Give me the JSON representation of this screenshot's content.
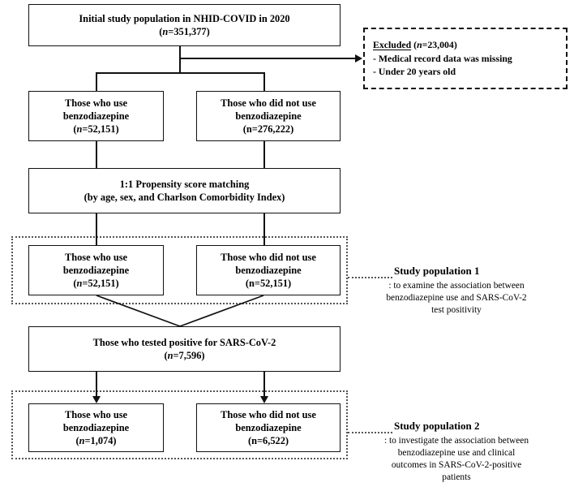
{
  "diagram": {
    "type": "flowchart",
    "title": "Study population selection flow diagram",
    "colors": {
      "line": "#111111",
      "dotted": "#555555",
      "background": "#ffffff"
    },
    "nodes": {
      "initial": {
        "name": "initial-study-population",
        "line1": "Initial study population in NHID-COVID in 2020",
        "line2_prefix": "(",
        "line2_italic": "n",
        "line2_suffix": "=351,377)"
      },
      "excluded": {
        "name": "excluded-box",
        "title": "Excluded",
        "title_rest_prefix": " (",
        "title_italic": "n",
        "title_rest_suffix": "=23,004)",
        "item1": "- Medical record data was missing",
        "item2": "- Under 20 years old"
      },
      "use_bzd_1": {
        "name": "those-who-use-benzodiazepine-1",
        "line1": "Those who use",
        "line2": "benzodiazepine",
        "n_prefix": "(",
        "n_italic": "n",
        "n_suffix": "=52,151)"
      },
      "no_bzd_1": {
        "name": "those-who-did-not-use-benzodiazepine-1",
        "line1": "Those who did not use",
        "line2": "benzodiazepine",
        "n_prefix": "(",
        "n_italic": "n",
        "n_suffix": "=276,222)"
      },
      "psm": {
        "name": "propensity-score-matching",
        "line1": "1:1 Propensity score matching",
        "line2": "(by age, sex, and Charlson Comorbidity Index)"
      },
      "use_bzd_2": {
        "name": "those-who-use-benzodiazepine-2",
        "line1": "Those who use",
        "line2": "benzodiazepine",
        "n_prefix": "(",
        "n_italic": "n",
        "n_suffix": "=52,151)"
      },
      "no_bzd_2": {
        "name": "those-who-did-not-use-benzodiazepine-2",
        "line1": "Those who did not use",
        "line2": "benzodiazepine",
        "n_prefix": "(",
        "n_italic": "n",
        "n_suffix": "=52,151)"
      },
      "positive": {
        "name": "tested-positive-sars-cov-2",
        "line1": "Those who tested positive for SARS-CoV-2",
        "n_prefix": "(",
        "n_italic": "n",
        "n_suffix": "=7,596)"
      },
      "use_bzd_3": {
        "name": "those-who-use-benzodiazepine-3",
        "line1": "Those who use",
        "line2": "benzodiazepine",
        "n_prefix": "(",
        "n_italic": "n",
        "n_suffix": "=1,074)"
      },
      "no_bzd_3": {
        "name": "those-who-did-not-use-benzodiazepine-3",
        "line1": "Those who did not use",
        "line2": "benzodiazepine",
        "n_prefix": "(",
        "n_italic": "n",
        "n_suffix": "=6,522)"
      }
    },
    "annotations": {
      "study_population_1": {
        "name": "study-population-1-annotation",
        "title": "Study population 1",
        "body_line1": ": to examine  the association between",
        "body_line2": "benzodiazepine use and SARS-CoV-2",
        "body_line3": "test positivity"
      },
      "study_population_2": {
        "name": "study-population-2-annotation",
        "title": "Study population 2",
        "body_line1": ": to investigate the association between",
        "body_line2": "benzodiazepine use and clinical",
        "body_line3": "outcomes in SARS-CoV-2-positive",
        "body_line4": "patients"
      }
    }
  }
}
